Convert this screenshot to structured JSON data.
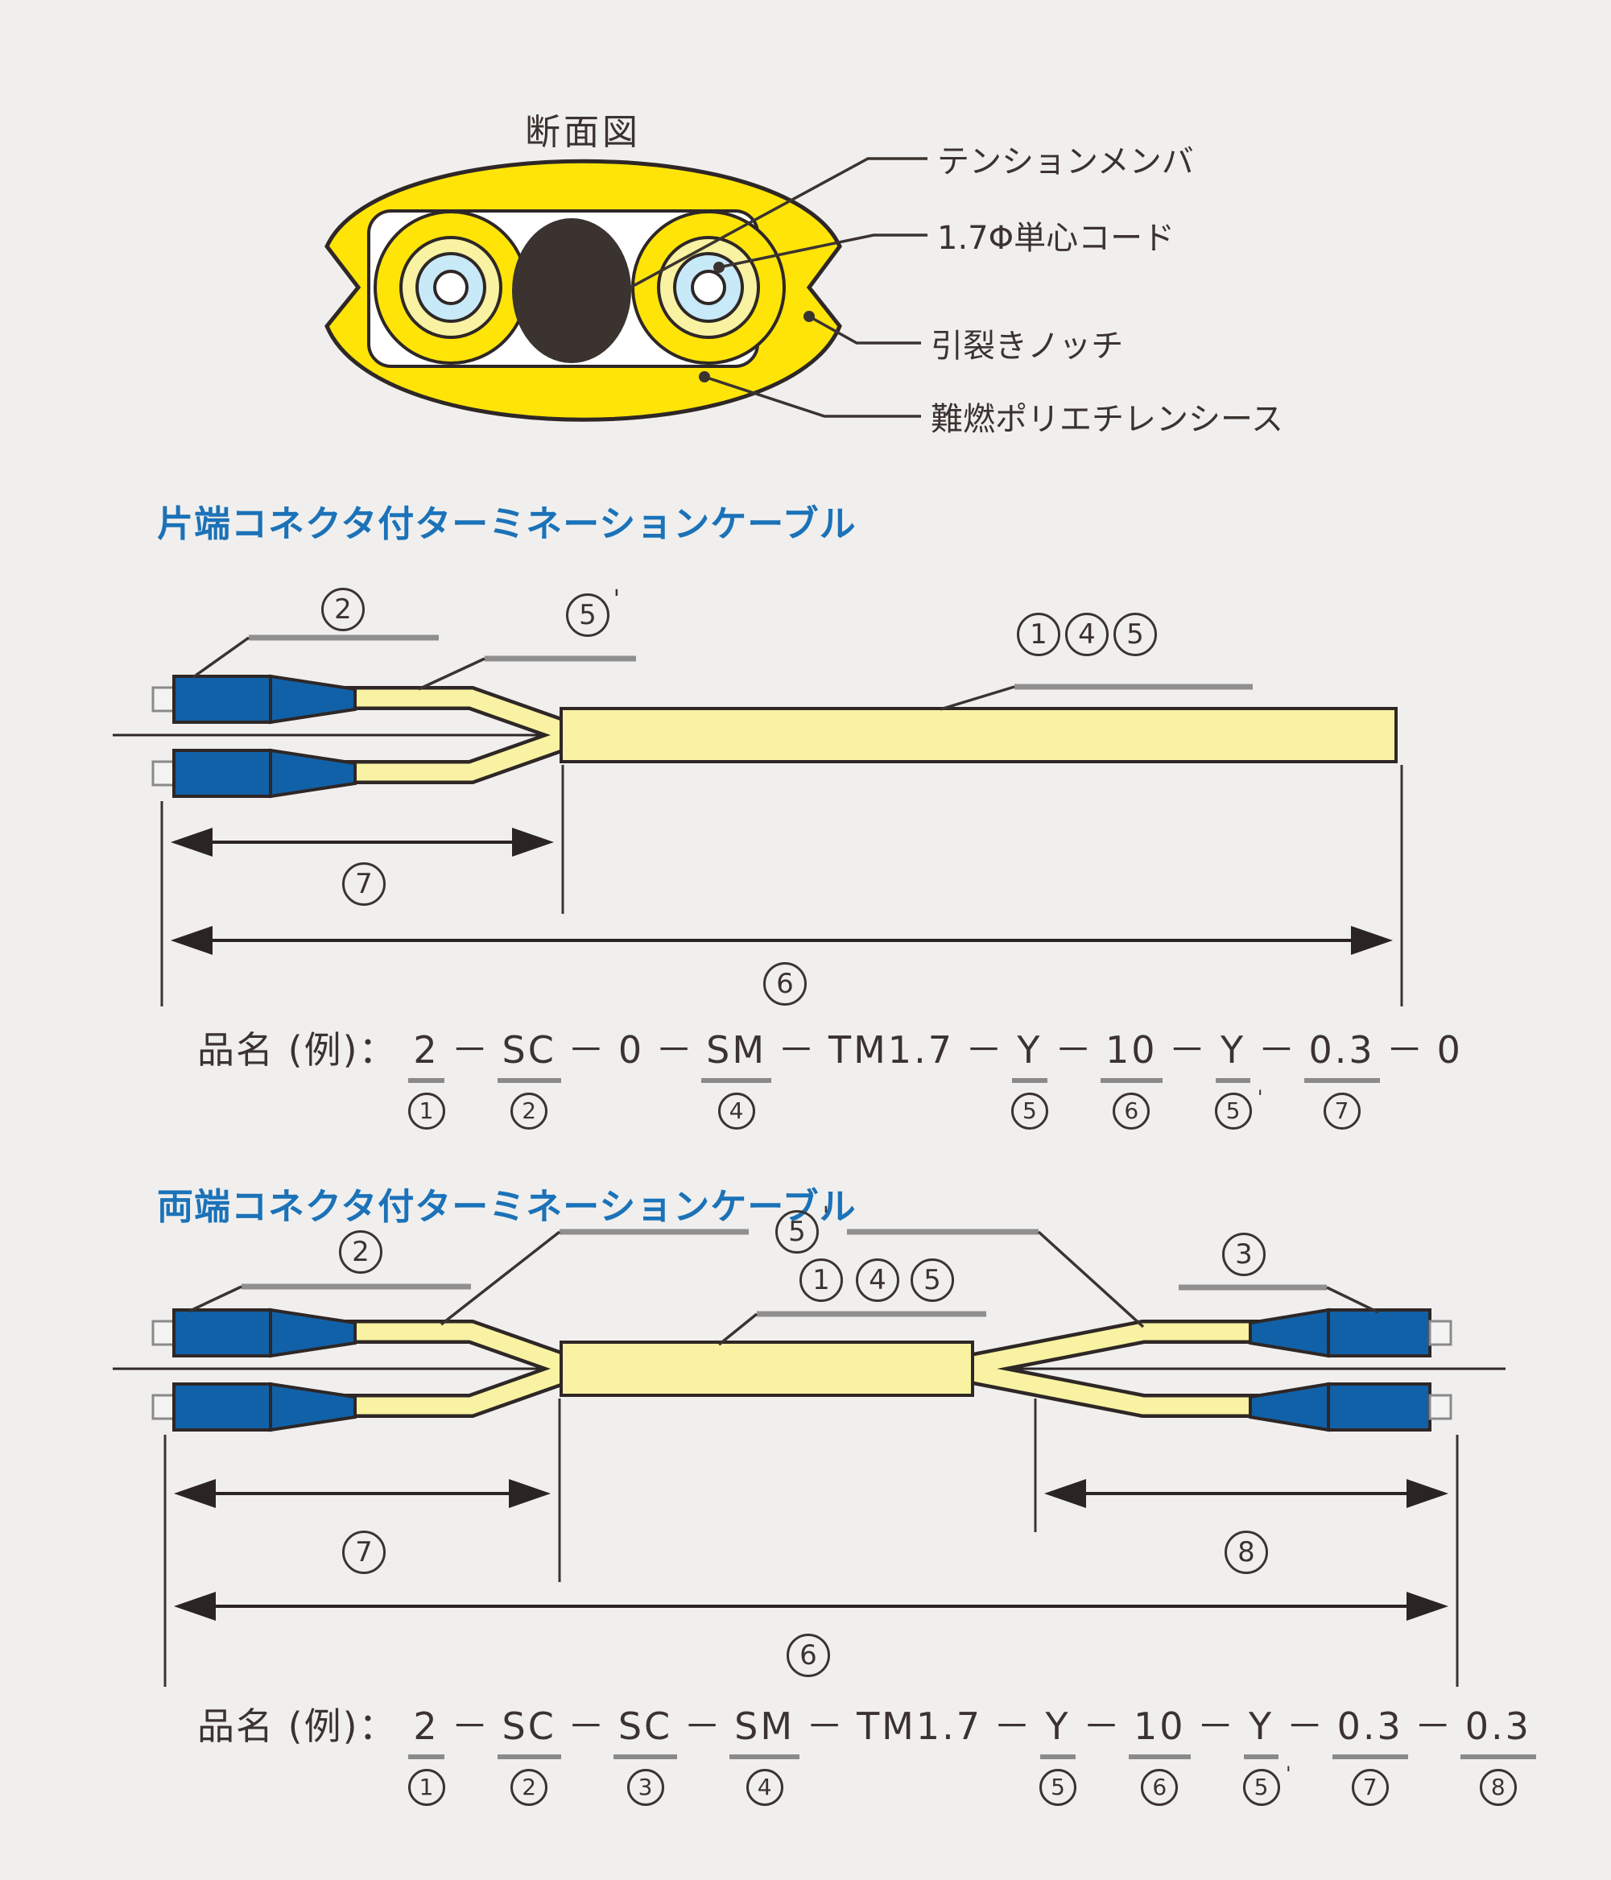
{
  "colors": {
    "background": "#f0efed",
    "sheath_yellow": "#ffe408",
    "cord_pale_yellow": "#f8f2a2",
    "connector_blue": "#1161a8",
    "heading_blue": "#1b72b8",
    "cord_light_blue": "#c8e9f8",
    "tension_member_black": "#3a3330",
    "outline_dark": "#2e2726",
    "leader_gray": "#8f8f8f",
    "text_dark": "#3b3330"
  },
  "cross_section": {
    "title": "断面図",
    "labels": {
      "tension_member": "テンションメンバ",
      "single_cord": "1.7Φ単心コード",
      "tear_notch": "引裂きノッチ",
      "sheath": "難燃ポリエチレンシース"
    }
  },
  "section1": {
    "heading": "片端コネクタ付ターミネーションケーブル",
    "callouts": {
      "connector": {
        "n": "2",
        "suffix": ""
      },
      "cord": {
        "n": "5",
        "suffix": "'"
      },
      "cable_a": {
        "n": "1"
      },
      "cable_b": {
        "n": "4"
      },
      "cable_c": {
        "n": "5"
      },
      "dim_term": {
        "n": "7"
      },
      "dim_total": {
        "n": "6"
      }
    },
    "part_number": {
      "prefix": "品名 (例)：",
      "segments": [
        {
          "t": "2",
          "u": true,
          "m": "1"
        },
        {
          "t": "－"
        },
        {
          "t": "SC",
          "u": true,
          "m": "2"
        },
        {
          "t": "－"
        },
        {
          "t": "0"
        },
        {
          "t": "－"
        },
        {
          "t": "SM",
          "u": true,
          "m": "4"
        },
        {
          "t": "－"
        },
        {
          "t": "TM1.7"
        },
        {
          "t": "－"
        },
        {
          "t": "Y",
          "u": true,
          "m": "5"
        },
        {
          "t": "－"
        },
        {
          "t": "10",
          "u": true,
          "m": "6"
        },
        {
          "t": "－"
        },
        {
          "t": "Y",
          "u": true,
          "m": "5",
          "mp": "'"
        },
        {
          "t": "－"
        },
        {
          "t": "0.3",
          "u": true,
          "m": "7"
        },
        {
          "t": "－"
        },
        {
          "t": "0"
        }
      ]
    }
  },
  "section2": {
    "heading": "両端コネクタ付ターミネーションケーブル",
    "callouts": {
      "connector_left": {
        "n": "2",
        "suffix": ""
      },
      "cord": {
        "n": "5",
        "suffix": "'"
      },
      "cable_a": {
        "n": "1"
      },
      "cable_b": {
        "n": "4"
      },
      "cable_c": {
        "n": "5"
      },
      "connector_right": {
        "n": "3"
      },
      "dim_term_left": {
        "n": "7"
      },
      "dim_term_right": {
        "n": "8"
      },
      "dim_total": {
        "n": "6"
      }
    },
    "part_number": {
      "prefix": "品名 (例)：",
      "segments": [
        {
          "t": "2",
          "u": true,
          "m": "1"
        },
        {
          "t": "－"
        },
        {
          "t": "SC",
          "u": true,
          "m": "2"
        },
        {
          "t": "－"
        },
        {
          "t": "SC",
          "u": true,
          "m": "3"
        },
        {
          "t": "－"
        },
        {
          "t": "SM",
          "u": true,
          "m": "4"
        },
        {
          "t": "－"
        },
        {
          "t": "TM1.7"
        },
        {
          "t": "－"
        },
        {
          "t": "Y",
          "u": true,
          "m": "5"
        },
        {
          "t": "－"
        },
        {
          "t": "10",
          "u": true,
          "m": "6"
        },
        {
          "t": "－"
        },
        {
          "t": "Y",
          "u": true,
          "m": "5",
          "mp": "'"
        },
        {
          "t": "－"
        },
        {
          "t": "0.3",
          "u": true,
          "m": "7"
        },
        {
          "t": "－"
        },
        {
          "t": "0.3",
          "u": true,
          "m": "8"
        }
      ]
    }
  }
}
